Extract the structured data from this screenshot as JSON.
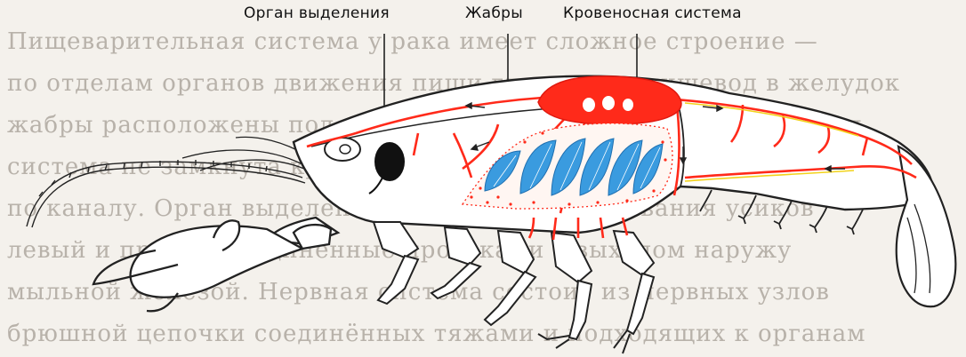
{
  "labels": {
    "excretory_organ": "Орган выделения",
    "gills": "Жабры",
    "circulatory_system": "Кровеносная система"
  },
  "colors": {
    "heart": "#ff2a1a",
    "vessels": "#ff2a1a",
    "gills": "#3a9bdf",
    "dorsal_stripe": "#f2d21a",
    "excretory_organ": "#111111",
    "outline": "#222222",
    "body_fill": "#ffffff"
  },
  "icons": [
    "crayfish-outline",
    "heart",
    "gill-lobes",
    "blood-vessel-arrows"
  ]
}
